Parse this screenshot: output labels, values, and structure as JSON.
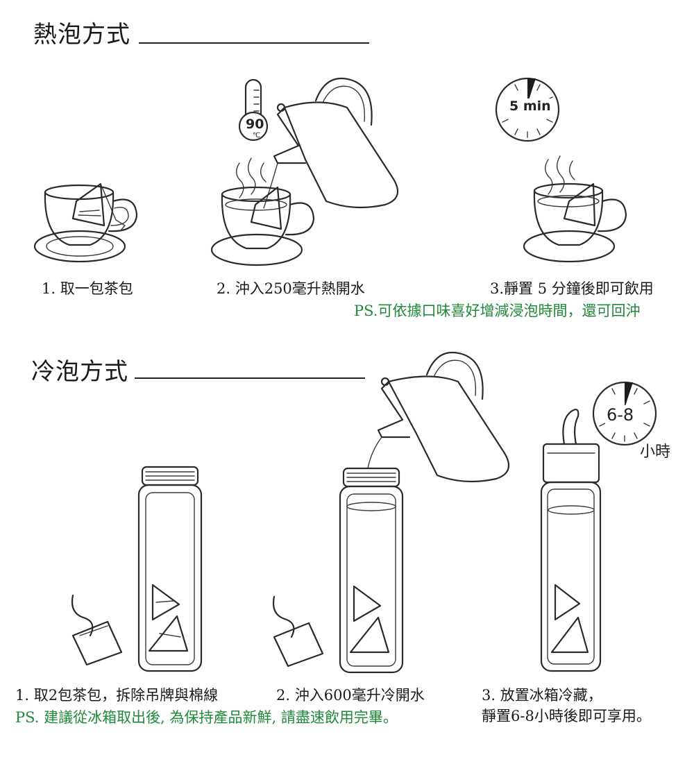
{
  "hot": {
    "title": "熱泡方式",
    "step1": "1. 取一包茶包",
    "step2": "2. 沖入250毫升熱開水",
    "step3": "3.靜置 5 分鐘後即可飲用",
    "note": "PS.可依據口味喜好增減浸泡時間，還可回沖",
    "thermometer_label": "90",
    "thermometer_unit": "℃",
    "timer_label": "5 min"
  },
  "cold": {
    "title": "冷泡方式",
    "step1": "1. 取2包茶包，拆除吊牌與棉線",
    "step2": "2. 沖入600毫升冷開水",
    "step3_line1": "3. 放置冰箱冷藏，",
    "step3_line2": "靜置6-8小時後即可享用。",
    "note": "PS.  建議從冰箱取出後, 為保持產品新鮮, 請盡速飲用完畢。",
    "timer_label": "6-8",
    "timer_unit": "小時"
  },
  "colors": {
    "note_green": "#1f8a3a",
    "ink": "#1a1a1a"
  }
}
